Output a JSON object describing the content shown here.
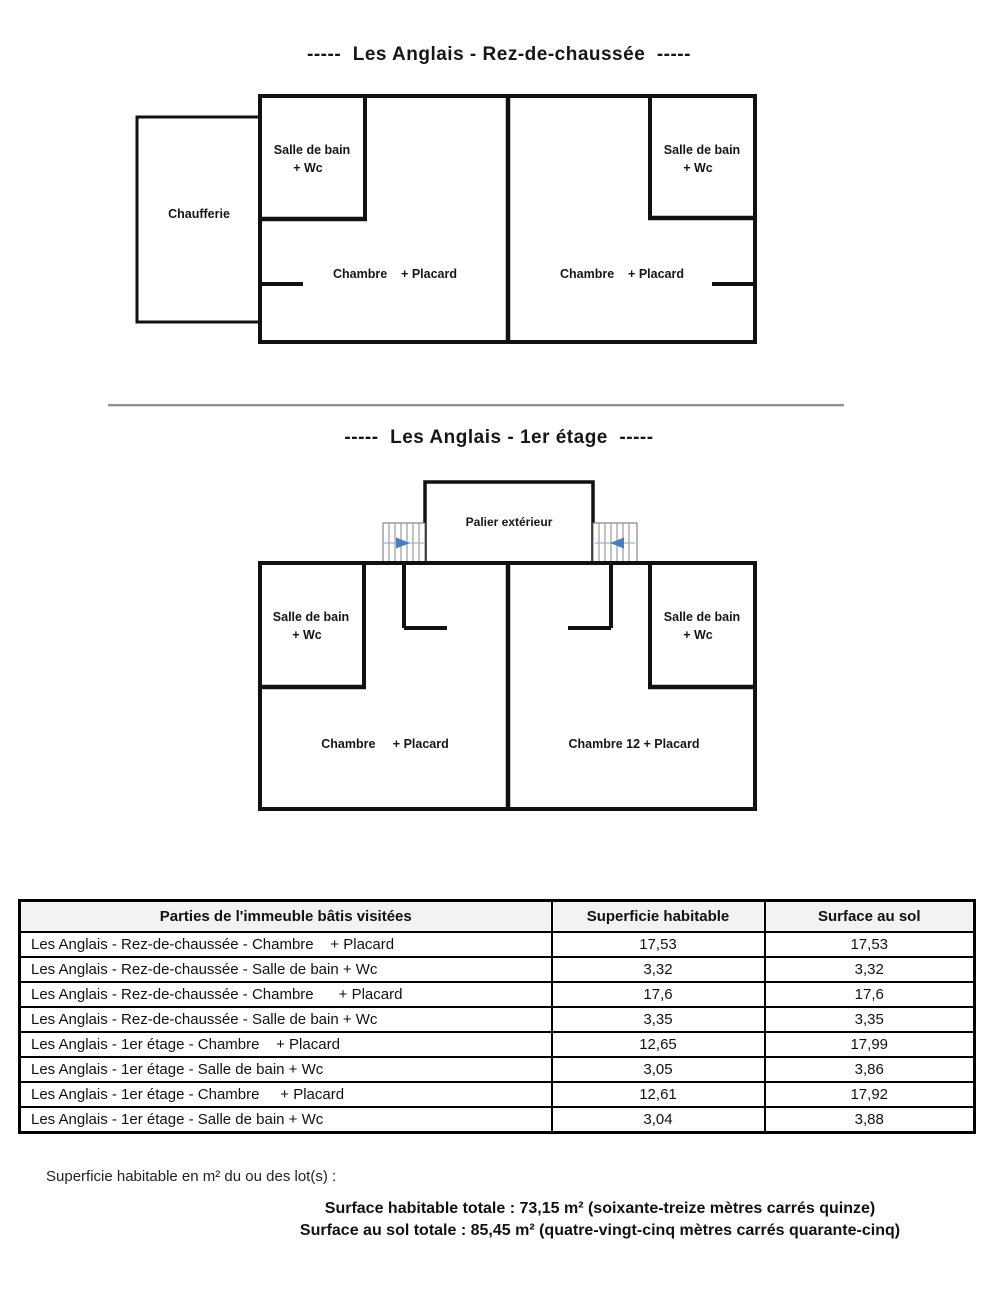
{
  "plans": {
    "rdc": {
      "title": "-----  Les Anglais - Rez-de-chaussée  -----",
      "rooms": {
        "chaufferie": "Chaufferie",
        "sdb_left_line1": "Salle de bain",
        "sdb_left_line2": "+ Wc",
        "sdb_right_line1": "Salle de bain",
        "sdb_right_line2": "+ Wc",
        "chambre_left": "Chambre    + Placard",
        "chambre_right": "Chambre    + Placard"
      }
    },
    "etage": {
      "title": "-----  Les Anglais - 1er étage  -----",
      "rooms": {
        "palier": "Palier extérieur",
        "sdb_left_line1": "Salle de bain",
        "sdb_left_line2": "+ Wc",
        "sdb_right_line1": "Salle de bain",
        "sdb_right_line2": "+ Wc",
        "chambre_left": "Chambre     + Placard",
        "chambre_right": "Chambre 12 + Placard"
      }
    }
  },
  "table": {
    "headers": [
      "Parties de l'immeuble bâtis visitées",
      "Superficie habitable",
      "Surface au sol"
    ],
    "rows": [
      {
        "label": "Les Anglais - Rez-de-chaussée - Chambre    + Placard",
        "habitable": "17,53",
        "sol": "17,53"
      },
      {
        "label": "Les Anglais - Rez-de-chaussée - Salle de bain + Wc",
        "habitable": "3,32",
        "sol": "3,32"
      },
      {
        "label": "Les Anglais - Rez-de-chaussée - Chambre      + Placard",
        "habitable": "17,6",
        "sol": "17,6"
      },
      {
        "label": "Les Anglais - Rez-de-chaussée - Salle de bain + Wc",
        "habitable": "3,35",
        "sol": "3,35"
      },
      {
        "label": "Les Anglais - 1er étage - Chambre    + Placard",
        "habitable": "12,65",
        "sol": "17,99"
      },
      {
        "label": "Les Anglais - 1er étage - Salle de bain + Wc",
        "habitable": "3,05",
        "sol": "3,86"
      },
      {
        "label": "Les Anglais - 1er étage - Chambre     + Placard",
        "habitable": "12,61",
        "sol": "17,92"
      },
      {
        "label": "Les Anglais - 1er étage - Salle de bain + Wc",
        "habitable": "3,04",
        "sol": "3,88"
      }
    ]
  },
  "summary": {
    "note": "Superficie habitable en m² du ou des lot(s) :",
    "total_habitable": "Surface habitable totale : 73,15 m² (soixante-treize mètres carrés quinze)",
    "total_sol": "Surface au sol totale : 85,45 m² (quatre-vingt-cinq mètres carrés quarante-cinq)"
  },
  "colors": {
    "wall": "#111111",
    "stair_arrow": "#4a7ebd",
    "divider": "#8f8f8f",
    "header_bg": "#f2f2f2"
  }
}
